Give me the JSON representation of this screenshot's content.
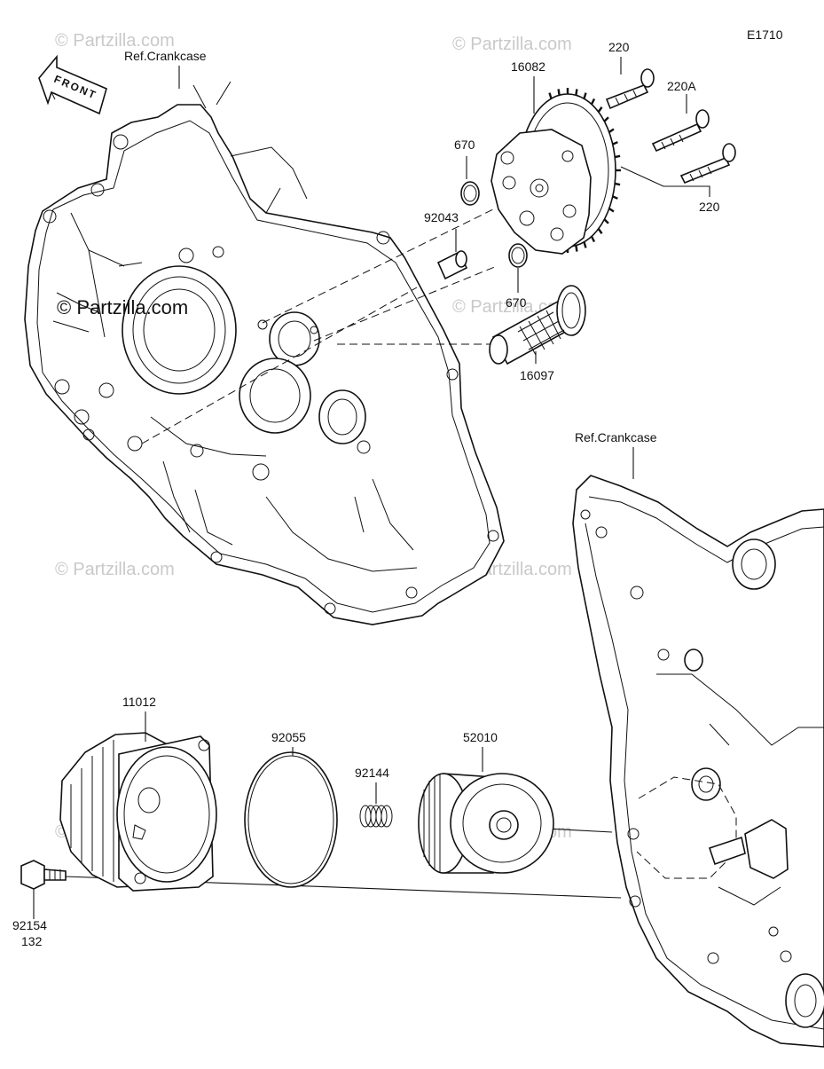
{
  "diagram_code": "E1710",
  "front_label": "FRONT",
  "watermarks": {
    "main": "© Partzilla.com",
    "faded": "© Partzilla.com"
  },
  "callouts": {
    "ref_crankcase_top": "Ref.Crankcase",
    "ref_crankcase_right": "Ref.Crankcase",
    "oil_pump": "16082",
    "bolt_top": "220",
    "bolt_220a": "220A",
    "bolt_bottom": "220",
    "oring_upper": "670",
    "dowel_pin": "92043",
    "oring_lower": "670",
    "oil_strainer": "16097",
    "filter_cover": "11012",
    "cover_oring": "92055",
    "spring": "92144",
    "oil_filter": "52010",
    "cover_bolt": "92154",
    "cover_bolt_qty": "132"
  }
}
